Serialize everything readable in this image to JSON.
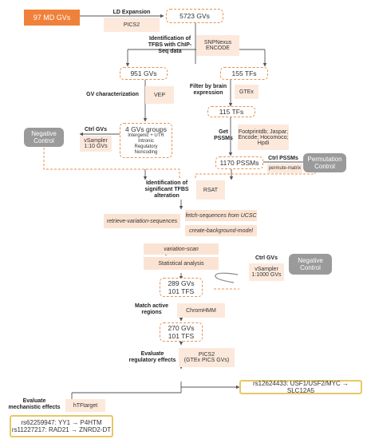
{
  "colors": {
    "accent_orange": "#f0813a",
    "dashed_border": "#e8914f",
    "step_fill": "#fbe3d3",
    "negative_grey": "#9a9a9a",
    "result_border": "#e8c766"
  },
  "start": "97 MD GVs",
  "steps": {
    "ld_expansion": {
      "label": "LD Expansion",
      "tool": "PICS2"
    },
    "tfbs_id": {
      "label": "Identification of TFBS with ChIP-Seq data",
      "tool": "SNPNexus\nENCODE"
    },
    "gv_char": {
      "label": "GV characterization",
      "tool": "VEP"
    },
    "brain_filter": {
      "label": "Filter by brain expression",
      "tool": "GTEx"
    },
    "get_pssms": {
      "label": "Get PSSMs",
      "tool": "Footprintdb; Jaspar; Encode; Hocomoco; Hpdi"
    },
    "ctrl_gvs_top": {
      "label": "Ctrl GVs",
      "tool": "vSampler\n1:10 GVs"
    },
    "ctrl_pssms": {
      "label": "Ctrl PSSMs",
      "tool": "permute-matrix"
    },
    "tfbs_alt": {
      "label": "Identification of significant TFBS alteration",
      "tool": "RSAT"
    },
    "ctrl_gvs_bottom": {
      "label": "Ctrl GVs",
      "tool": "vSampler\n1:1000 GVs"
    },
    "match_regions": {
      "label": "Match active regions",
      "tool": "ChromHMM"
    },
    "eval_reg": {
      "label": "Evaluate regulatory effects",
      "tool": "PICS2\n(GTEx PICS GVs)"
    },
    "eval_mech": {
      "label": "Evaluate mechanistic effects",
      "tool": "hTFtarget"
    }
  },
  "counts": {
    "gvs_5723": "5723 GVs",
    "gvs_951": "951 GVs",
    "tfs_155": "155 TFs",
    "tfs_115": "115 TFs",
    "groups_title": "4 GVs groups",
    "groups_list": "Intergenic + UTR\nIntronic\nRegulatory\nNoncoding",
    "pssms_1170": "1170 PSSMs",
    "res_289": "289 GVs\n101 TFS",
    "res_270": "270 GVs\n101 TFS"
  },
  "controls": {
    "negative_top": "Negative\nControl",
    "permutation": "Permutation\nControl",
    "negative_bottom": "Negative\nControl"
  },
  "rsat_steps": [
    "retrieve-variation-sequences",
    "fetch-sequences from UCSC",
    "create-background-model",
    "variation-scan",
    "Statistical analysis"
  ],
  "results": {
    "rs12624433": "rs12624433: USF1/USF2/MYC → SLC12A5",
    "rs62259947": "rs62259947: YY1 → P4HTM",
    "rs11227217": "rs11227217: RAD21 → ZNRD2-DT"
  }
}
